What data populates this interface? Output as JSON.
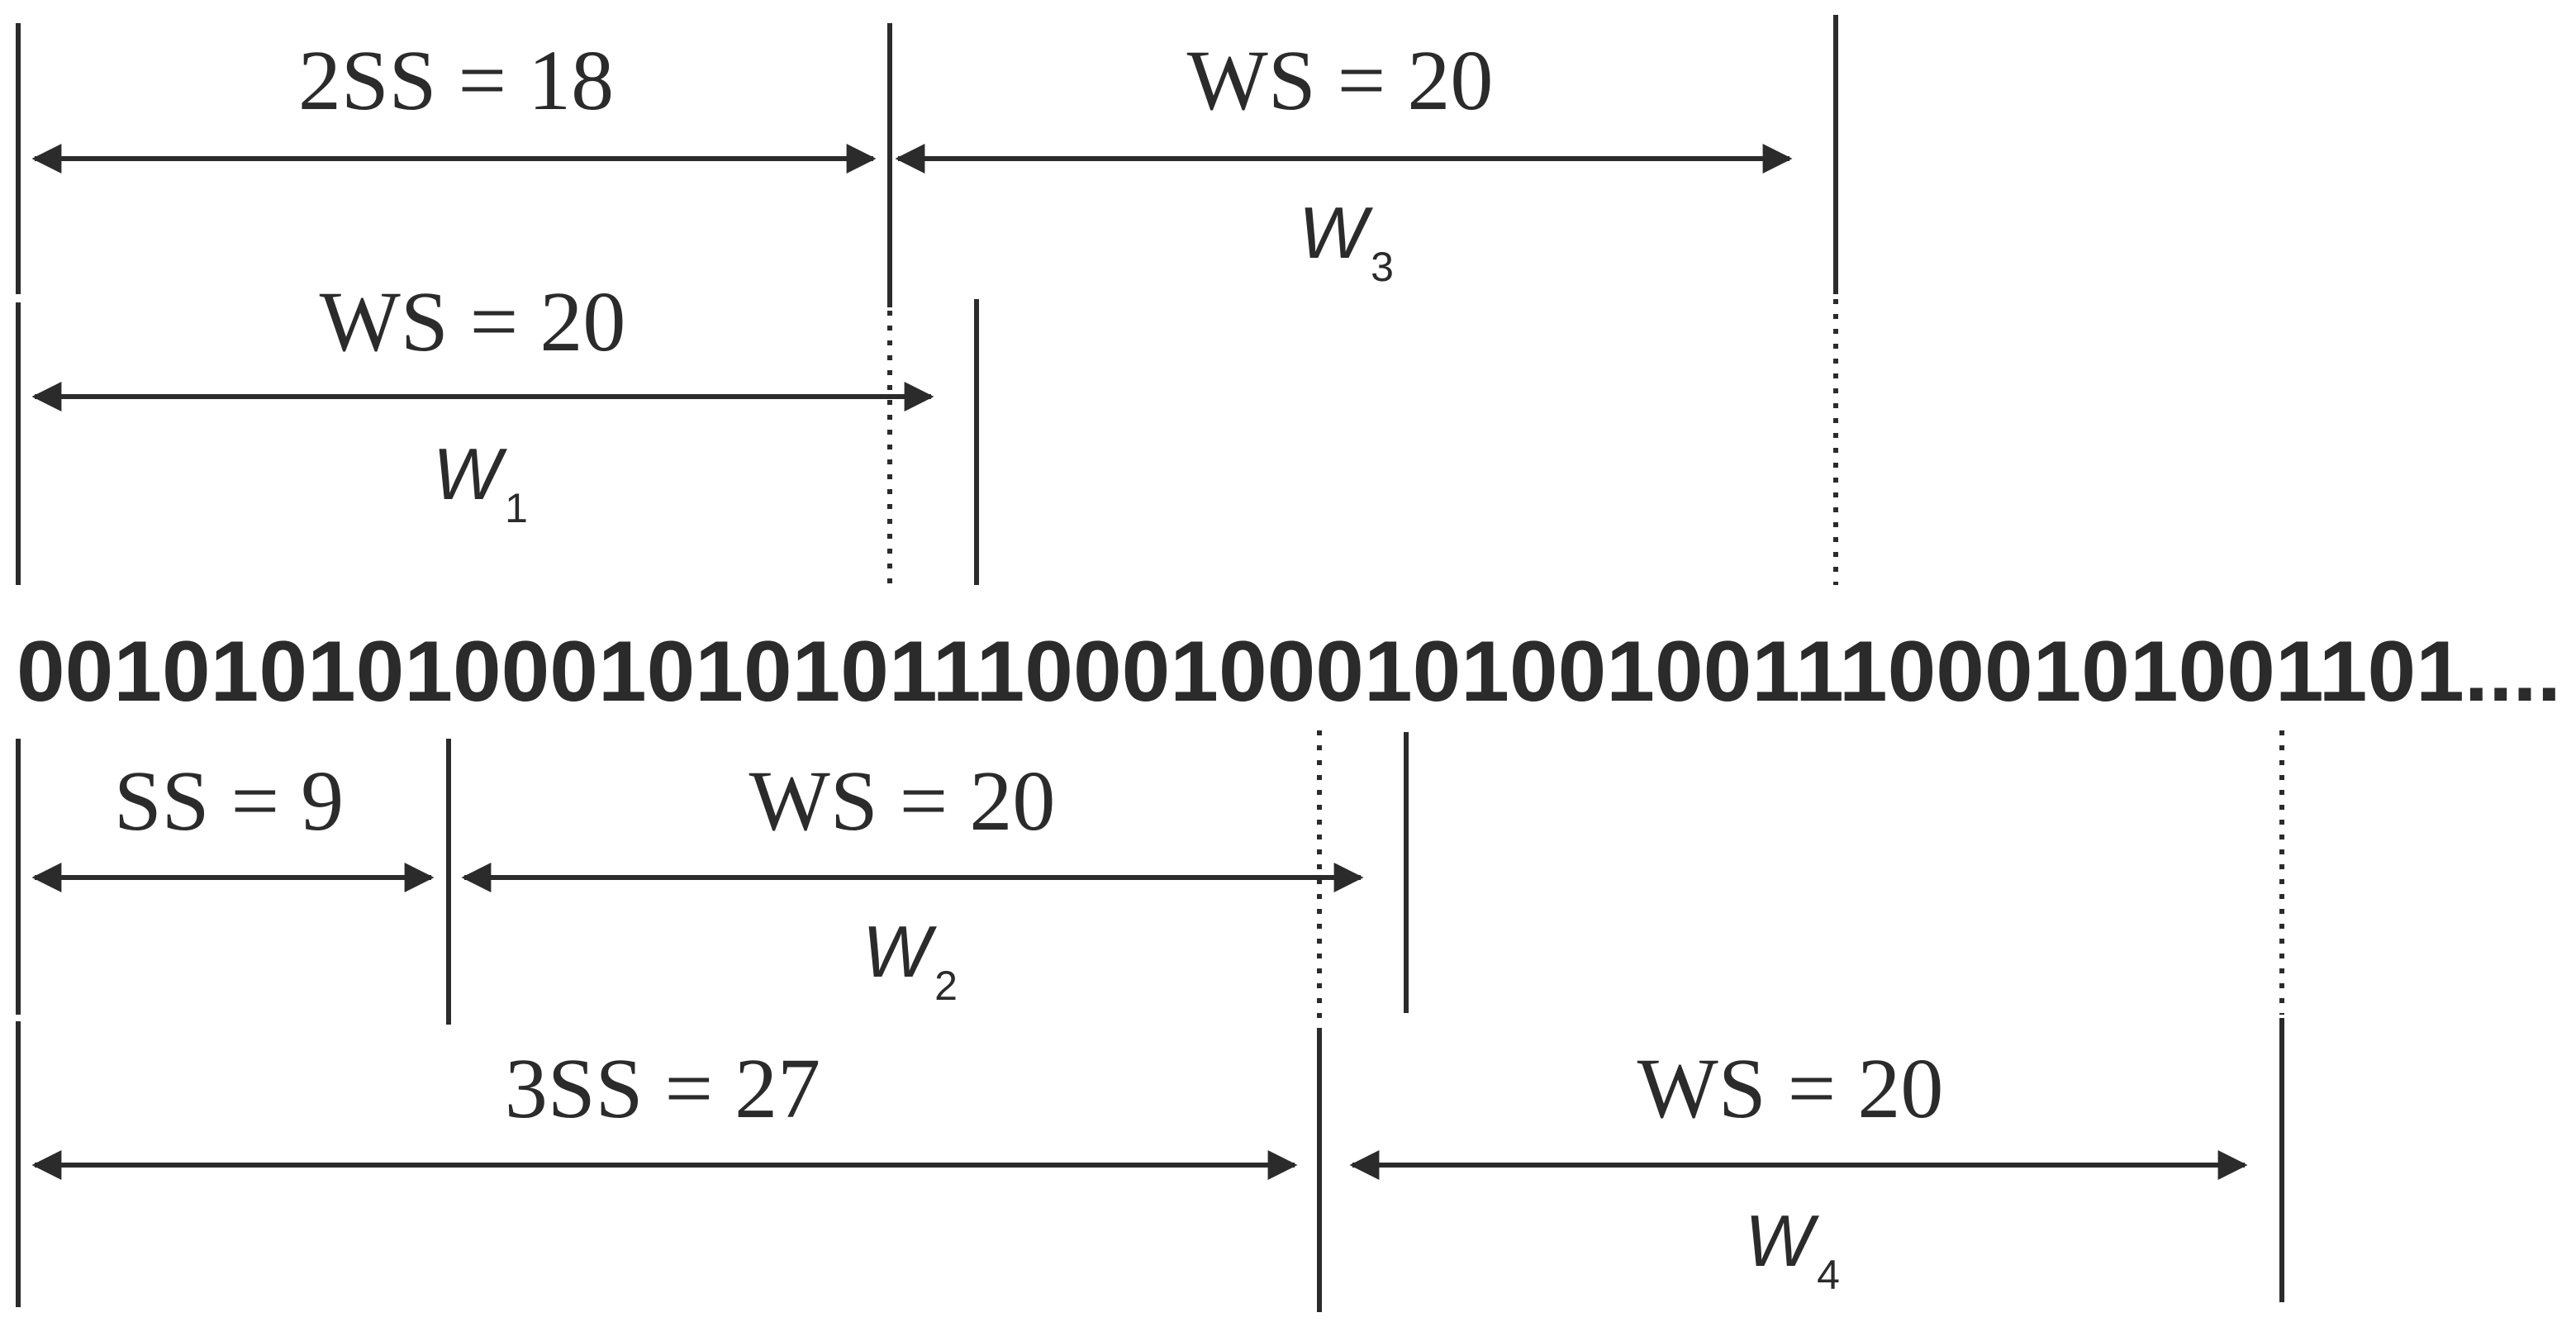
{
  "bit_sequence": "001010101000101010111000100010100100111000101001101....",
  "windows": [
    {
      "id": "W1",
      "label_letter": "W",
      "label_subscript": "1",
      "span_label": "WS = 20"
    },
    {
      "id": "W2",
      "label_letter": "W",
      "label_subscript": "2",
      "offset_label": "SS = 9",
      "span_label": "WS = 20"
    },
    {
      "id": "W3",
      "label_letter": "W",
      "label_subscript": "3",
      "offset_label": "2SS = 18",
      "span_label": "WS = 20"
    },
    {
      "id": "W4",
      "label_letter": "W",
      "label_subscript": "4",
      "offset_label": "3SS = 27",
      "span_label": "WS = 20"
    }
  ],
  "colors": {
    "ink": "#2b2b2b",
    "background": "#ffffff"
  }
}
